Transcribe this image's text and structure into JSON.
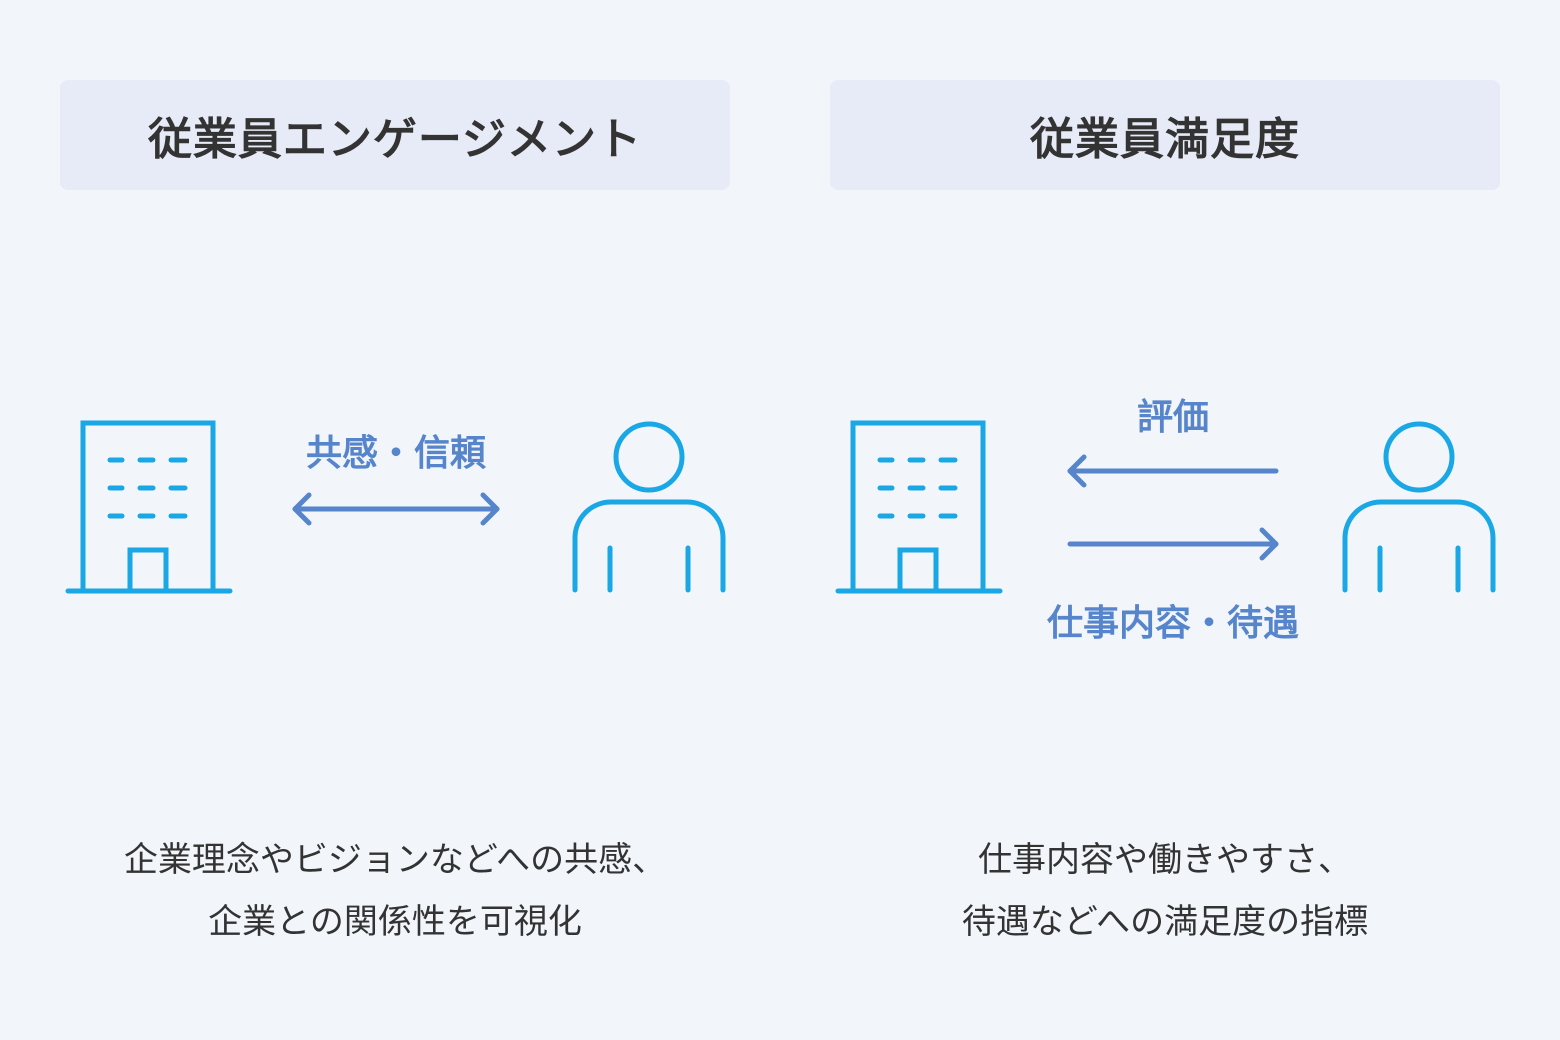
{
  "colors": {
    "background": "#f2f6fa",
    "header_box": "#e6ebf7",
    "icon_stroke": "#1aa7e6",
    "arrow": "#5785cc",
    "label": "#5785cc",
    "text": "#333333"
  },
  "left": {
    "title": "従業員エンゲージメント",
    "company_icon": "building-icon",
    "person_icon": "person-icon",
    "arrow_icon": "double-arrow-icon",
    "arrow_label": "共感・信頼",
    "description": [
      "企業理念やビジョンなどへの共感、",
      "企業との関係性を可視化"
    ]
  },
  "right": {
    "title": "従業員満足度",
    "company_icon": "building-icon",
    "person_icon": "person-icon",
    "top_arrow_icon": "arrow-left-icon",
    "top_arrow_label": "評価",
    "bottom_arrow_icon": "arrow-right-icon",
    "bottom_arrow_label": "仕事内容・待遇",
    "description": [
      "仕事内容や働きやすさ、",
      "待遇などへの満足度の指標"
    ]
  }
}
